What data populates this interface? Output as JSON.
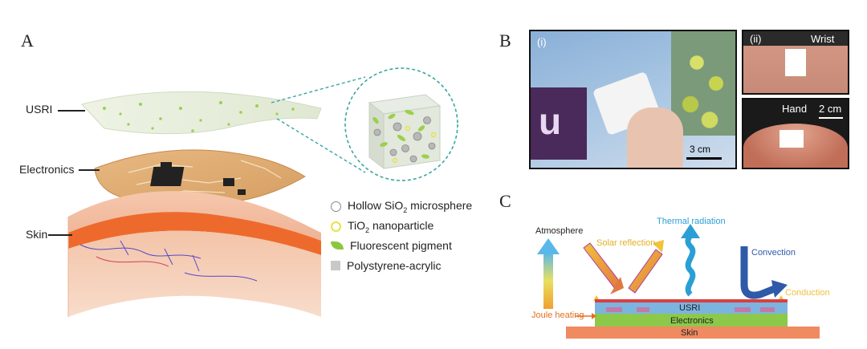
{
  "panel_a": {
    "letter": "A",
    "labels": {
      "usri": "USRI",
      "electronics": "Electronics",
      "skin": "Skin"
    },
    "legend": [
      {
        "icon": "hollow-circle",
        "text": "Hollow SiO",
        "sub": "2",
        "rest": " microsphere",
        "color": "#888888"
      },
      {
        "icon": "yellow-ring",
        "text": "TiO",
        "sub": "2",
        "rest": " nanoparticle",
        "color": "#e6e24a"
      },
      {
        "icon": "green-leaf",
        "text": "Fluorescent pigment",
        "sub": "",
        "rest": "",
        "color": "#8cc63f"
      },
      {
        "icon": "grey-square",
        "text": "Polystyrene-acrylic",
        "sub": "",
        "rest": "",
        "color": "#c8c8c8"
      }
    ]
  },
  "panel_b": {
    "letter": "B",
    "photo_i": {
      "tag": "(i)",
      "scale": "3 cm"
    },
    "photo_ii_wrist": {
      "tag": "(ii)",
      "label": "Wrist"
    },
    "photo_ii_hand": {
      "label": "Hand",
      "scale": "2 cm"
    }
  },
  "panel_c": {
    "letter": "C",
    "labels": {
      "atmosphere": "Atmosphere",
      "thermal_radiation": "Thermal radiation",
      "solar_reflection": "Solar reflection",
      "convection": "Convection",
      "conduction": "Conduction",
      "joule_heating": "Joule heating",
      "usri": "USRI",
      "electronics": "Electronics",
      "skin": "Skin"
    },
    "colors": {
      "thermal": "#2a9fd6",
      "solar": "#e0b020",
      "convection": "#2e5aa8",
      "conduction": "#f0c040",
      "joule": "#e07020",
      "usri_layer": "#7cb4e0",
      "electronics_layer": "#8cc84a",
      "skin_layer": "#f08a60"
    }
  }
}
